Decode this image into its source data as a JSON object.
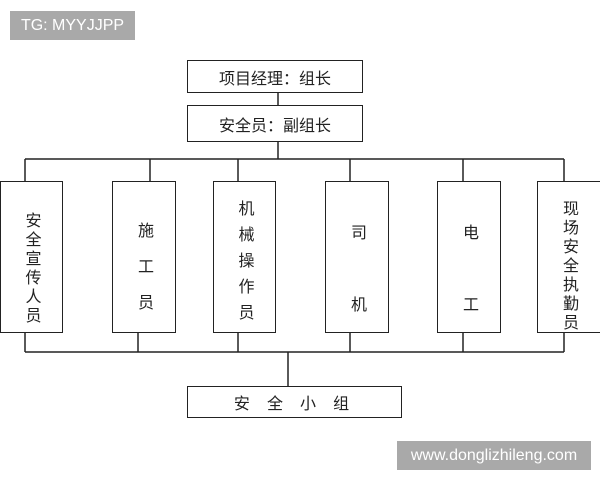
{
  "watermark_top": "TG: MYYJJPP",
  "watermark_bottom": "www.donglizhileng.com",
  "diagram": {
    "leader": "项目经理：组长",
    "deputy": "安全员：副组长",
    "members": [
      "安全宣传人员",
      "施工员",
      "机械操作员",
      "司机",
      "电工",
      "现场安全执勤员"
    ],
    "group": "安 全 小 组"
  }
}
